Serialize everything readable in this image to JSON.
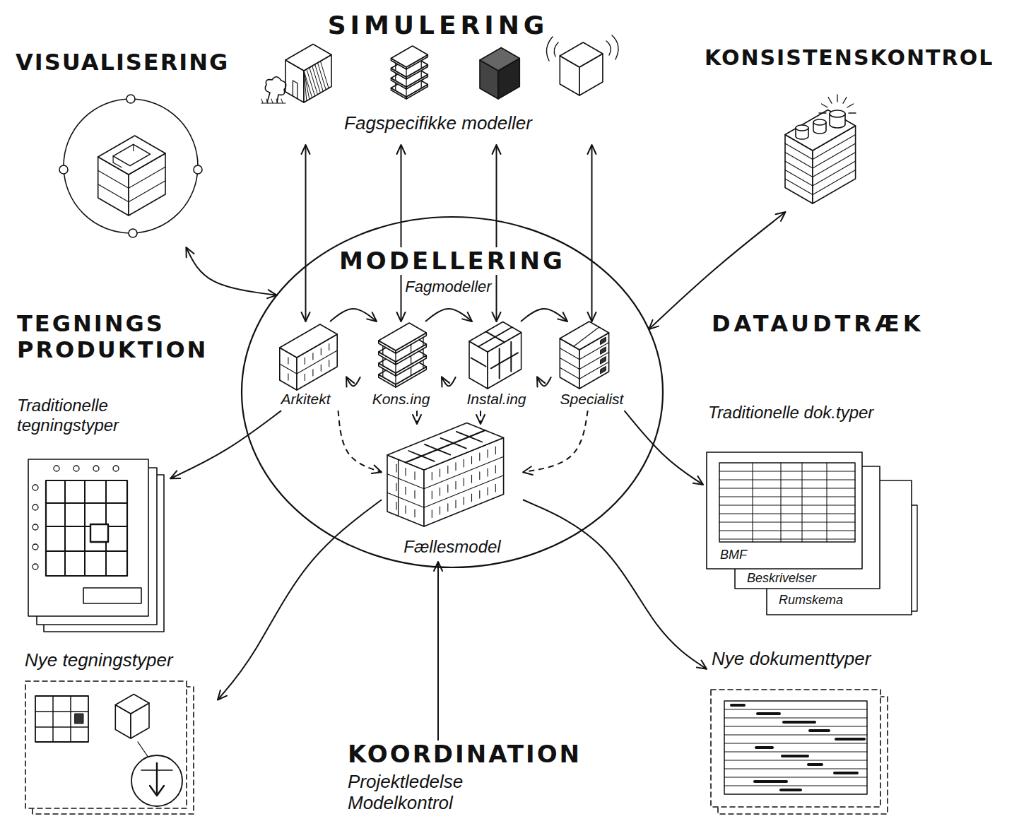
{
  "diagram": {
    "nodes": [
      {
        "text": [
          "VISUALISERING"
        ]
      },
      {
        "text": [
          "SIMULERING",
          "Fagspecifikke modeller"
        ]
      },
      {
        "text": [
          "KONSISTENSKONTROL"
        ]
      },
      {
        "text": [
          "MODELLERING",
          "Fagmodeller"
        ]
      },
      {
        "text": [
          "Arkitekt"
        ],
        "in": 3
      },
      {
        "text": [
          "Kons.ing"
        ],
        "in": 3
      },
      {
        "text": [
          "Instal.ing"
        ],
        "in": 3
      },
      {
        "text": [
          "Specialist"
        ],
        "in": 3
      },
      {
        "text": [
          "Fællesmodel"
        ],
        "in": 3
      },
      {
        "text": [
          "Traditionelle tegningstyper"
        ]
      },
      {
        "text": [
          "Traditionelle dok.typer",
          "BMF",
          "Beskrivelser",
          "Rumskema"
        ]
      },
      {
        "text": [
          "Nye tegningstyper"
        ]
      },
      {
        "text": [
          "Nye dokumenttyper"
        ]
      },
      {
        "text": [
          "KOORDINATION",
          "Projektledelse Modelkontrol"
        ]
      }
    ],
    "edges": [
      {
        "from": 0,
        "to": 3,
        "arrow": "both"
      },
      {
        "from": 2,
        "to": 3,
        "arrow": "both"
      },
      {
        "from": 1,
        "to": 4,
        "arrow": "both"
      },
      {
        "from": 1,
        "to": 5,
        "arrow": "both"
      },
      {
        "from": 1,
        "to": 6,
        "arrow": "both"
      },
      {
        "from": 1,
        "to": 7,
        "arrow": "both"
      },
      {
        "from": 4,
        "to": 5,
        "arrow": "to"
      },
      {
        "from": 5,
        "to": 6,
        "arrow": "to"
      },
      {
        "from": 6,
        "to": 7,
        "arrow": "to"
      },
      {
        "from": 5,
        "to": 4,
        "arrow": "to"
      },
      {
        "from": 6,
        "to": 5,
        "arrow": "to"
      },
      {
        "from": 7,
        "to": 6,
        "arrow": "to"
      },
      {
        "from": 4,
        "to": 8,
        "arrow": "to"
      },
      {
        "from": 5,
        "to": 8,
        "arrow": "to"
      },
      {
        "from": 6,
        "to": 8,
        "arrow": "to"
      },
      {
        "from": 7,
        "to": 8,
        "arrow": "to"
      },
      {
        "from": 4,
        "to": 9,
        "arrow": "to"
      },
      {
        "from": 7,
        "to": 10,
        "arrow": "to"
      },
      {
        "from": 8,
        "to": 11,
        "arrow": "to"
      },
      {
        "from": 8,
        "to": 12,
        "arrow": "to"
      },
      {
        "from": 13,
        "to": 8,
        "arrow": "to"
      }
    ],
    "labels": [
      "TEGNINGS PRODUKTION",
      "DATAUDTRÆK"
    ]
  }
}
